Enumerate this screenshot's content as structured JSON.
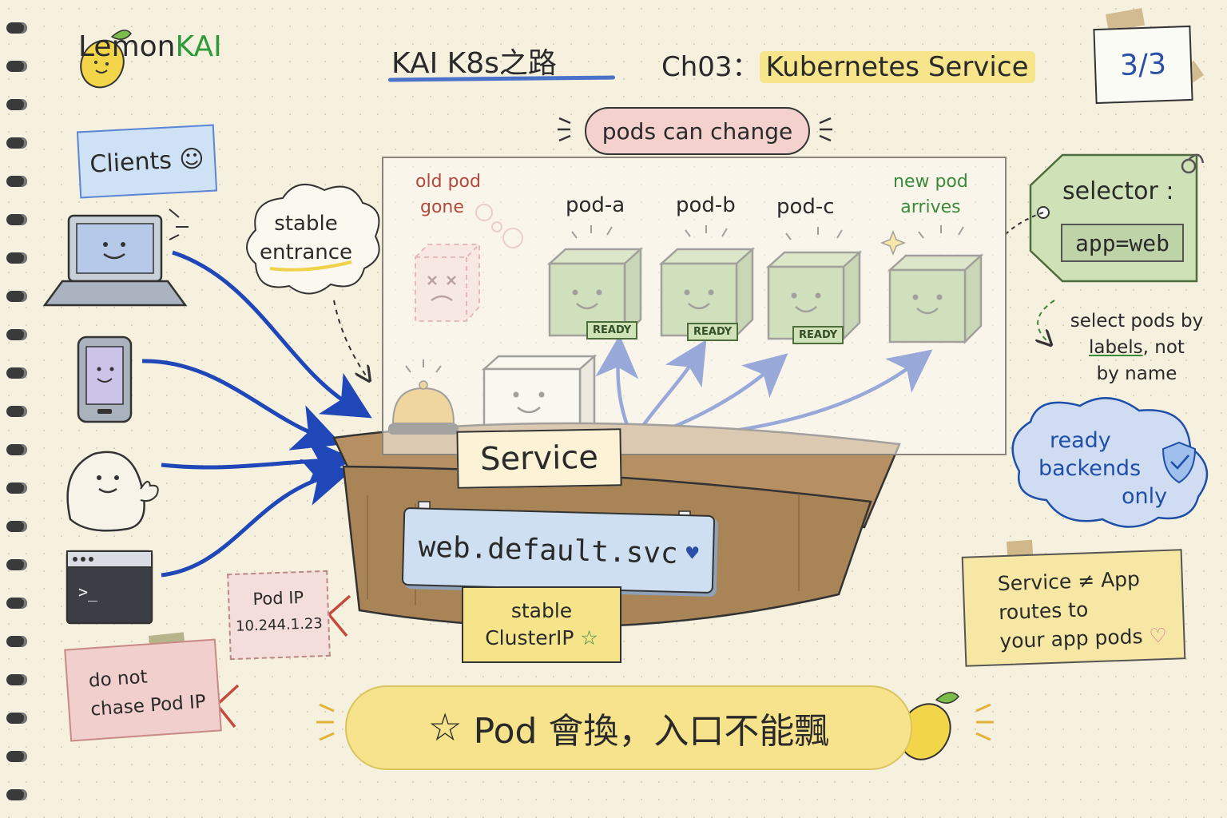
{
  "brand": {
    "prefix": "Lemon",
    "accent": "KAI"
  },
  "header": {
    "title": "KAI K8s之路",
    "chapter_prefix": "Ch03：",
    "chapter": "Kubernetes Service",
    "page": "3/3"
  },
  "callouts": {
    "pods_can_change": "pods can change",
    "stable_entrance_1": "stable",
    "stable_entrance_2": "entrance"
  },
  "clients": {
    "label": "Clients ☺"
  },
  "pods": {
    "old": {
      "line1": "old pod",
      "line2": "gone"
    },
    "new": {
      "line1": "new pod",
      "line2": "arrives"
    },
    "items": [
      {
        "name": "pod-a",
        "status": "READY"
      },
      {
        "name": "pod-b",
        "status": "READY"
      },
      {
        "name": "pod-c",
        "status": "READY"
      }
    ]
  },
  "selector": {
    "title": "selector :",
    "value": "app=web"
  },
  "select_note": {
    "line1": "select pods by",
    "line2a": "labels",
    "line2b": ", not",
    "line3": "by name"
  },
  "ready_note": {
    "line1": "ready",
    "line2": "backends",
    "line3": "only"
  },
  "service": {
    "label": "Service",
    "dns": "web.default.svc",
    "stable_1": "stable",
    "stable_2": "ClusterIP"
  },
  "pod_ip": {
    "label": "Pod IP",
    "value": "10.244.1.23"
  },
  "do_not": {
    "line1": "do not",
    "line2": "chase Pod IP"
  },
  "service_app": {
    "line1": "Service ≠ App",
    "line2": "routes to",
    "line3": "your app pods"
  },
  "banner": {
    "text": "Pod 會換，入口不能飄"
  },
  "colors": {
    "accent_blue": "#2b4fa8",
    "pod_green": "#9bbf78",
    "banner_yellow": "#f7e38b",
    "warn_red": "#c44a3e"
  }
}
